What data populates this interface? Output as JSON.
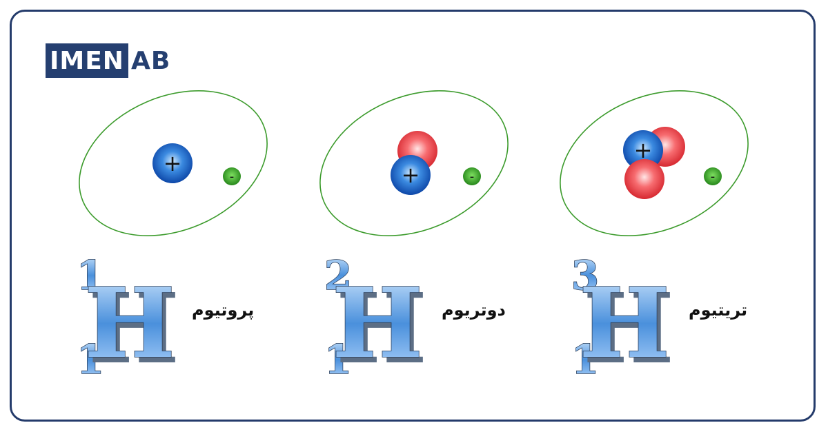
{
  "logo": {
    "part_a": "IMEN",
    "part_b": "AB"
  },
  "proton_symbol": "+",
  "electron_symbol": "-",
  "isotopes": [
    {
      "name": "پروتیوم",
      "mass_number": "1",
      "atomic_number": "1",
      "element": "H",
      "protons": 1,
      "neutrons": 0,
      "electrons": 1
    },
    {
      "name": "دوتریوم",
      "mass_number": "2",
      "atomic_number": "1",
      "element": "H",
      "protons": 1,
      "neutrons": 1,
      "electrons": 1
    },
    {
      "name": "تریتیوم",
      "mass_number": "3",
      "atomic_number": "1",
      "element": "H",
      "protons": 1,
      "neutrons": 2,
      "electrons": 1
    }
  ],
  "colors": {
    "frame": "#243b6b",
    "logo": "#253f70",
    "orbit": "#3c9b2c",
    "proton": "#1f6fd1",
    "neutron": "#f0444c",
    "electron": "#2f9f1f",
    "symbol_fill": "#3f86d6",
    "symbol_side": "#5c6e85"
  }
}
